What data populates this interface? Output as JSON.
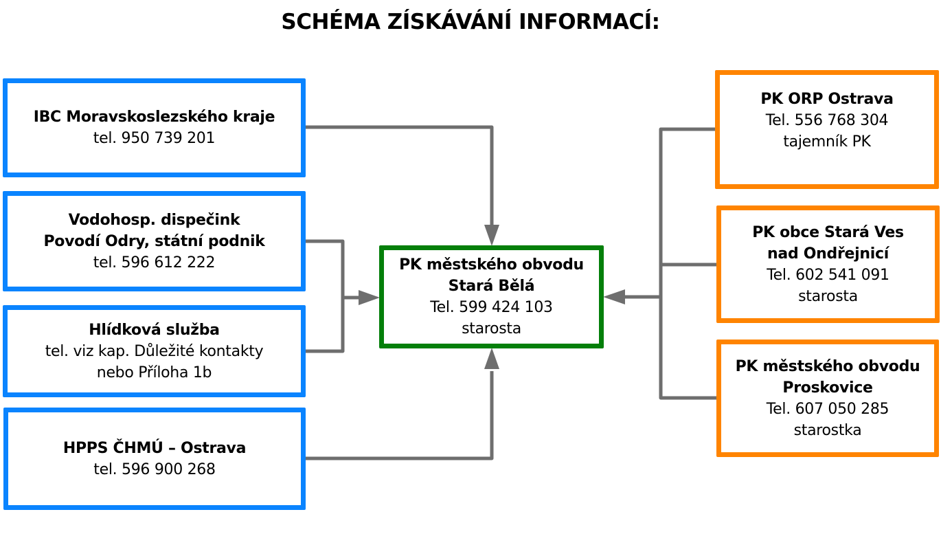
{
  "title": "SCHÉMA ZÍSKÁVÁNÍ INFORMACÍ:",
  "colors": {
    "source_border": "#0a84ff",
    "neighbor_border": "#ff8400",
    "center_border": "#047f0a",
    "connector": "#6e6e6e"
  },
  "sources": [
    {
      "lines_bold": [
        "IBC Moravskoslezského kraje"
      ],
      "lines": [
        "tel. 950 739 201"
      ]
    },
    {
      "lines_bold": [
        "Vodohosp. dispečink",
        "Povodí Odry, státní podnik"
      ],
      "lines": [
        "tel. 596 612 222"
      ]
    },
    {
      "lines_bold": [
        "Hlídková služba"
      ],
      "lines": [
        "tel. viz kap. Důležité kontakty",
        "nebo Příloha 1b"
      ]
    },
    {
      "lines_bold": [
        "HPPS ČHMÚ – Ostrava"
      ],
      "lines": [
        "tel. 596 900 268"
      ]
    }
  ],
  "center": {
    "lines_bold": [
      "PK městského obvodu",
      "Stará Bělá"
    ],
    "lines": [
      "Tel. 599 424 103",
      "starosta"
    ]
  },
  "neighbors": [
    {
      "lines_bold": [
        "PK ORP Ostrava"
      ],
      "lines": [
        "Tel. 556 768 304",
        "tajemník PK"
      ]
    },
    {
      "lines_bold": [
        "PK obce Stará Ves",
        "nad Ondřejnicí"
      ],
      "lines": [
        "Tel. 602 541 091",
        "starosta"
      ]
    },
    {
      "lines_bold": [
        "PK městského obvodu",
        "Proskovice"
      ],
      "lines": [
        "Tel. 607 050 285",
        "starostka"
      ]
    }
  ]
}
